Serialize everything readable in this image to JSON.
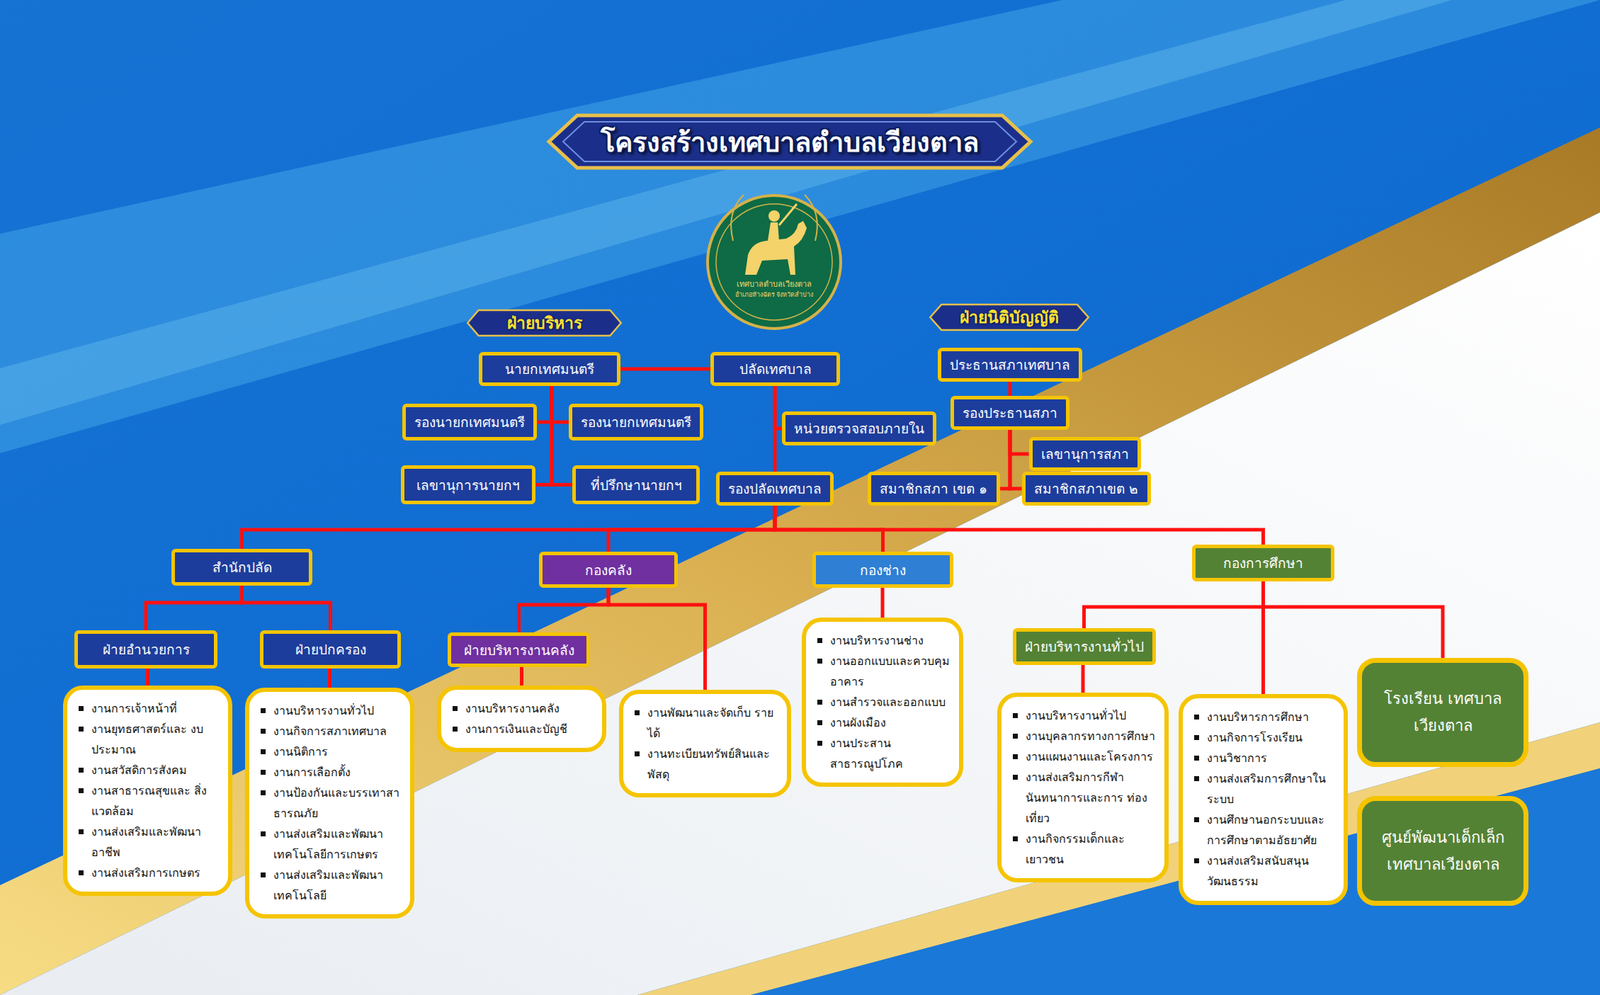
{
  "diagram": {
    "title": "โครงสร้างเทศบาลตำบลเวียงตาล",
    "nodes": [
      {
        "text": [
          "ฝ่ายบริหาร"
        ]
      },
      {
        "text": [
          "ฝ่ายนิติบัญญัติ"
        ]
      },
      {
        "text": [
          "นายกเทศมนตรี"
        ]
      },
      {
        "text": [
          "ปลัดเทศบาล"
        ]
      },
      {
        "text": [
          "ประธานสภาเทศบาล"
        ]
      },
      {
        "text": [
          "รองนายกเทศมนตรี"
        ]
      },
      {
        "text": [
          "รองนายกเทศมนตรี"
        ]
      },
      {
        "text": [
          "หน่วยตรวจสอบภายใน"
        ]
      },
      {
        "text": [
          "รองประธานสภา"
        ]
      },
      {
        "text": [
          "เลขานุการนายกฯ"
        ]
      },
      {
        "text": [
          "ที่ปรึกษานายกฯ"
        ]
      },
      {
        "text": [
          "รองปลัดเทศบาล"
        ]
      },
      {
        "text": [
          "เลขานุการสภา"
        ]
      },
      {
        "text": [
          "สมาชิกสภา เขต ๑"
        ]
      },
      {
        "text": [
          "สมาชิกสภาเขต ๒"
        ]
      },
      {
        "text": [
          "สำนักปลัด"
        ]
      },
      {
        "text": [
          "กองคลัง"
        ]
      },
      {
        "text": [
          "กองช่าง"
        ]
      },
      {
        "text": [
          "กองการศึกษา"
        ]
      },
      {
        "text": [
          "ฝ่ายอำนวยการ"
        ]
      },
      {
        "text": [
          "ฝ่ายปกครอง"
        ]
      },
      {
        "text": [
          "ฝ่ายบริหารงานคลัง"
        ]
      },
      {
        "text": [
          "งานการเจ้าหน้าที่",
          "งานยุทธศาสตร์และ งบประมาณ",
          "งานสวัสดิการสังคม",
          "งานสาธารณสุขและ สิ่งแวดล้อม",
          "งานส่งเสริมและพัฒนาอาชีพ",
          "งานส่งเสริมการเกษตร"
        ]
      },
      {
        "text": [
          "งานบริหารงานทั่วไป",
          "งานกิจการสภาเทศบาล",
          "งานนิติการ",
          "งานการเลือกตั้ง",
          "งานป้องกันและบรรเทาสา ธารณภัย",
          "งานส่งเสริมและพัฒนา เทคโนโลยีการเกษตร",
          "งานส่งเสริมและพัฒนา เทคโนโลยี"
        ]
      },
      {
        "text": [
          "งานบริหารงานคลัง",
          "งานการเงินและบัญชี"
        ]
      },
      {
        "text": [
          "งานพัฒนาและจัดเก็บ รายได้",
          "งานทะเบียนทรัพย์สินและ พัสดุ"
        ]
      },
      {
        "text": [
          "งานบริหารงานช่าง",
          "งานออกแบบและควบคุม อาคาร",
          "งานสำรวจและออกแบบ",
          "งานผังเมือง",
          "งานประสานสาธารณูปโภค"
        ]
      },
      {
        "text": [
          "ฝ่ายบริหารงานทั่วไป"
        ]
      },
      {
        "text": [
          "งานบริหารงานทั่วไป",
          "งานบุคลากรทางการศึกษา",
          "งานแผนงานและโครงการ",
          "งานส่งเสริมการกีฬา นันทนาการและการ ท่องเที่ยว",
          "งานกิจกรรมเด็กและเยาวชน"
        ]
      },
      {
        "text": [
          "งานบริหารการศึกษา",
          "งานกิจการโรงเรียน",
          "งานวิชาการ",
          "งานส่งเสริมการศึกษาใน ระบบ",
          "งานศึกษานอกระบบและ การศึกษาตามอัธยาศัย",
          "งานส่งเสริมสนับสนุน วัฒนธรรม"
        ]
      },
      {
        "text": [
          "โรงเรียน เทศบาลเวียงตาล"
        ]
      },
      {
        "text": [
          "ศูนย์พัฒนาเด็กเล็ก เทศบาลเวียงตาล"
        ]
      }
    ],
    "edges": [
      {
        "from": 2,
        "to": 3,
        "arrow": "none"
      },
      {
        "from": 2,
        "to": 5,
        "arrow": "none"
      },
      {
        "from": 2,
        "to": 6,
        "arrow": "none"
      },
      {
        "from": 2,
        "to": 9,
        "arrow": "none"
      },
      {
        "from": 2,
        "to": 10,
        "arrow": "none"
      },
      {
        "from": 3,
        "to": 7,
        "arrow": "none"
      },
      {
        "from": 3,
        "to": 11,
        "arrow": "none"
      },
      {
        "from": 4,
        "to": 8,
        "arrow": "none"
      },
      {
        "from": 8,
        "to": 12,
        "arrow": "none"
      },
      {
        "from": 8,
        "to": 13,
        "arrow": "none"
      },
      {
        "from": 8,
        "to": 14,
        "arrow": "none"
      },
      {
        "from": 11,
        "to": 15,
        "arrow": "none"
      },
      {
        "from": 11,
        "to": 16,
        "arrow": "none"
      },
      {
        "from": 11,
        "to": 17,
        "arrow": "none"
      },
      {
        "from": 11,
        "to": 18,
        "arrow": "none"
      },
      {
        "from": 15,
        "to": 19,
        "arrow": "none"
      },
      {
        "from": 15,
        "to": 20,
        "arrow": "none"
      },
      {
        "from": 19,
        "to": 22,
        "arrow": "none"
      },
      {
        "from": 20,
        "to": 23,
        "arrow": "none"
      },
      {
        "from": 16,
        "to": 21,
        "arrow": "none"
      },
      {
        "from": 16,
        "to": 25,
        "arrow": "none"
      },
      {
        "from": 21,
        "to": 24,
        "arrow": "none"
      },
      {
        "from": 17,
        "to": 26,
        "arrow": "none"
      },
      {
        "from": 18,
        "to": 27,
        "arrow": "none"
      },
      {
        "from": 18,
        "to": 29,
        "arrow": "none"
      },
      {
        "from": 18,
        "to": 30,
        "arrow": "none"
      },
      {
        "from": 27,
        "to": 28,
        "arrow": "none"
      }
    ],
    "labels": [
      "เทศบาลตำบลเวียงตาล",
      "อำเภอห้างฉัตร จังหวัดลำปาง"
    ]
  }
}
